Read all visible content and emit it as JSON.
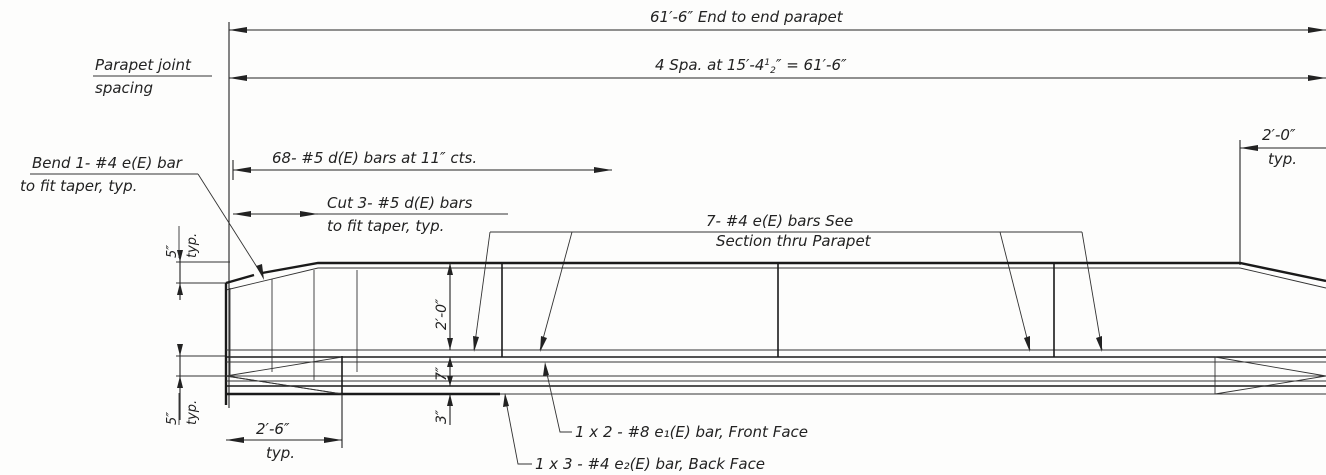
{
  "dims": {
    "end_to_end": "61′-6″ End to end parapet",
    "joint_spacing_value": "4 Spa. at 15′-4",
    "joint_spacing_frac_num": "1",
    "joint_spacing_frac_den": "2",
    "joint_spacing_tail": "″ = 61′-6″",
    "joint_label_1": "Parapet joint",
    "joint_label_2": "spacing",
    "right_typ_value": "2′-0″",
    "right_typ": "typ.",
    "top_taper_num": "5″",
    "top_taper_typ": "typ.",
    "bottom_taper_num": "5″",
    "bottom_taper_typ": "typ.",
    "height_2ft": "2′-0″",
    "height_7in": "7″",
    "height_3in": "3″",
    "bottom_len": "2′-6″",
    "bottom_typ": "typ."
  },
  "notes": {
    "d_bars": "68- #5 d(E) bars at 11″ cts.",
    "bend_1": "Bend 1- #4 e(E) bar",
    "bend_2": "to fit taper, typ.",
    "cut_1": "Cut 3- #5 d(E) bars",
    "cut_2": "to fit taper, typ.",
    "e_bars_1": "7- #4 e(E) bars See",
    "e_bars_2": "Section thru Parapet",
    "front_face": "1 x 2  - #8 e₁(E) bar, Front Face",
    "back_face": "1 x 3  - #4 e₂(E) bar, Back Face"
  }
}
